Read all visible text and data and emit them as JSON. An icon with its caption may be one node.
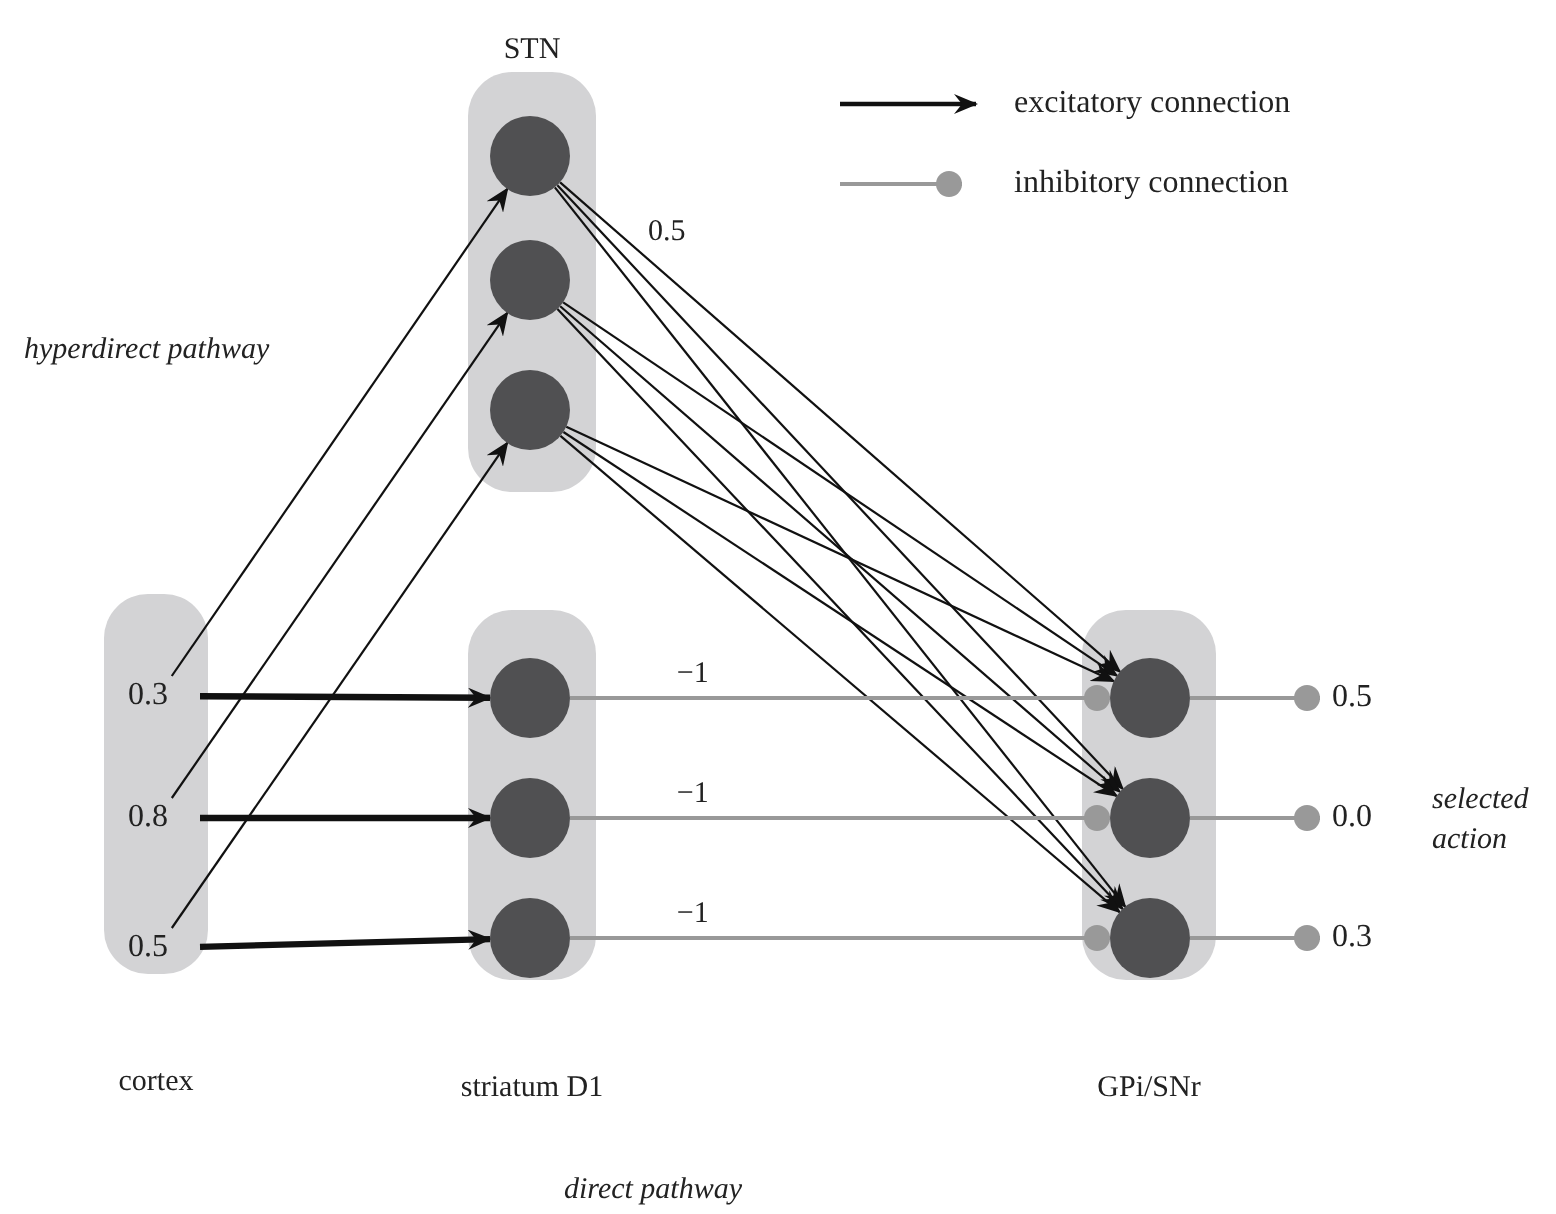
{
  "diagram": {
    "nodes": [
      {
        "text": [
          "cortex"
        ]
      },
      {
        "text": [
          "0.3"
        ],
        "in": 0
      },
      {
        "text": [
          "0.8"
        ],
        "in": 0
      },
      {
        "text": [
          "0.5"
        ],
        "in": 0
      },
      {
        "text": [
          "STN"
        ]
      },
      {
        "text": [],
        "shape": "circle",
        "in": 4
      },
      {
        "text": [],
        "shape": "circle",
        "in": 4
      },
      {
        "text": [],
        "shape": "circle",
        "in": 4
      },
      {
        "text": [
          "striatum D1"
        ]
      },
      {
        "text": [],
        "shape": "circle",
        "in": 8
      },
      {
        "text": [],
        "shape": "circle",
        "in": 8
      },
      {
        "text": [],
        "shape": "circle",
        "in": 8
      },
      {
        "text": [
          "GPi/SNr"
        ]
      },
      {
        "text": [],
        "shape": "circle",
        "in": 12
      },
      {
        "text": [],
        "shape": "circle",
        "in": 12
      },
      {
        "text": [],
        "shape": "circle",
        "in": 12
      },
      {
        "text": [
          "0.5"
        ]
      },
      {
        "text": [
          "0.0"
        ]
      },
      {
        "text": [
          "0.3"
        ]
      }
    ],
    "edges": [
      {
        "from": 1,
        "to": 5,
        "arrow": "to"
      },
      {
        "from": 2,
        "to": 6,
        "arrow": "to"
      },
      {
        "from": 3,
        "to": 7,
        "arrow": "to"
      },
      {
        "from": 1,
        "to": 9,
        "arrow": "to",
        "style": "thick"
      },
      {
        "from": 2,
        "to": 10,
        "arrow": "to",
        "style": "thick"
      },
      {
        "from": 3,
        "to": 11,
        "arrow": "to",
        "style": "thick"
      },
      {
        "from": 5,
        "to": 13,
        "arrow": "to",
        "label": "0.5"
      },
      {
        "from": 5,
        "to": 14,
        "arrow": "to"
      },
      {
        "from": 5,
        "to": 15,
        "arrow": "to"
      },
      {
        "from": 6,
        "to": 13,
        "arrow": "to"
      },
      {
        "from": 6,
        "to": 14,
        "arrow": "to"
      },
      {
        "from": 6,
        "to": 15,
        "arrow": "to"
      },
      {
        "from": 7,
        "to": 13,
        "arrow": "to"
      },
      {
        "from": 7,
        "to": 14,
        "arrow": "to"
      },
      {
        "from": 7,
        "to": 15,
        "arrow": "to"
      },
      {
        "from": 9,
        "to": 13,
        "arrow": "other",
        "label": "−1",
        "color": "#999999"
      },
      {
        "from": 10,
        "to": 14,
        "arrow": "other",
        "label": "−1",
        "color": "#999999"
      },
      {
        "from": 11,
        "to": 15,
        "arrow": "other",
        "label": "−1",
        "color": "#999999"
      },
      {
        "from": 13,
        "to": 16,
        "arrow": "other",
        "color": "#999999"
      },
      {
        "from": 14,
        "to": 17,
        "arrow": "other",
        "color": "#999999"
      },
      {
        "from": 15,
        "to": 18,
        "arrow": "other",
        "color": "#999999"
      }
    ],
    "labels": [
      "hyperdirect pathway",
      "selected action",
      "direct pathway"
    ],
    "legend": [
      {
        "text": "excitatory connection"
      },
      {
        "text": "inhibitory connection"
      }
    ]
  }
}
